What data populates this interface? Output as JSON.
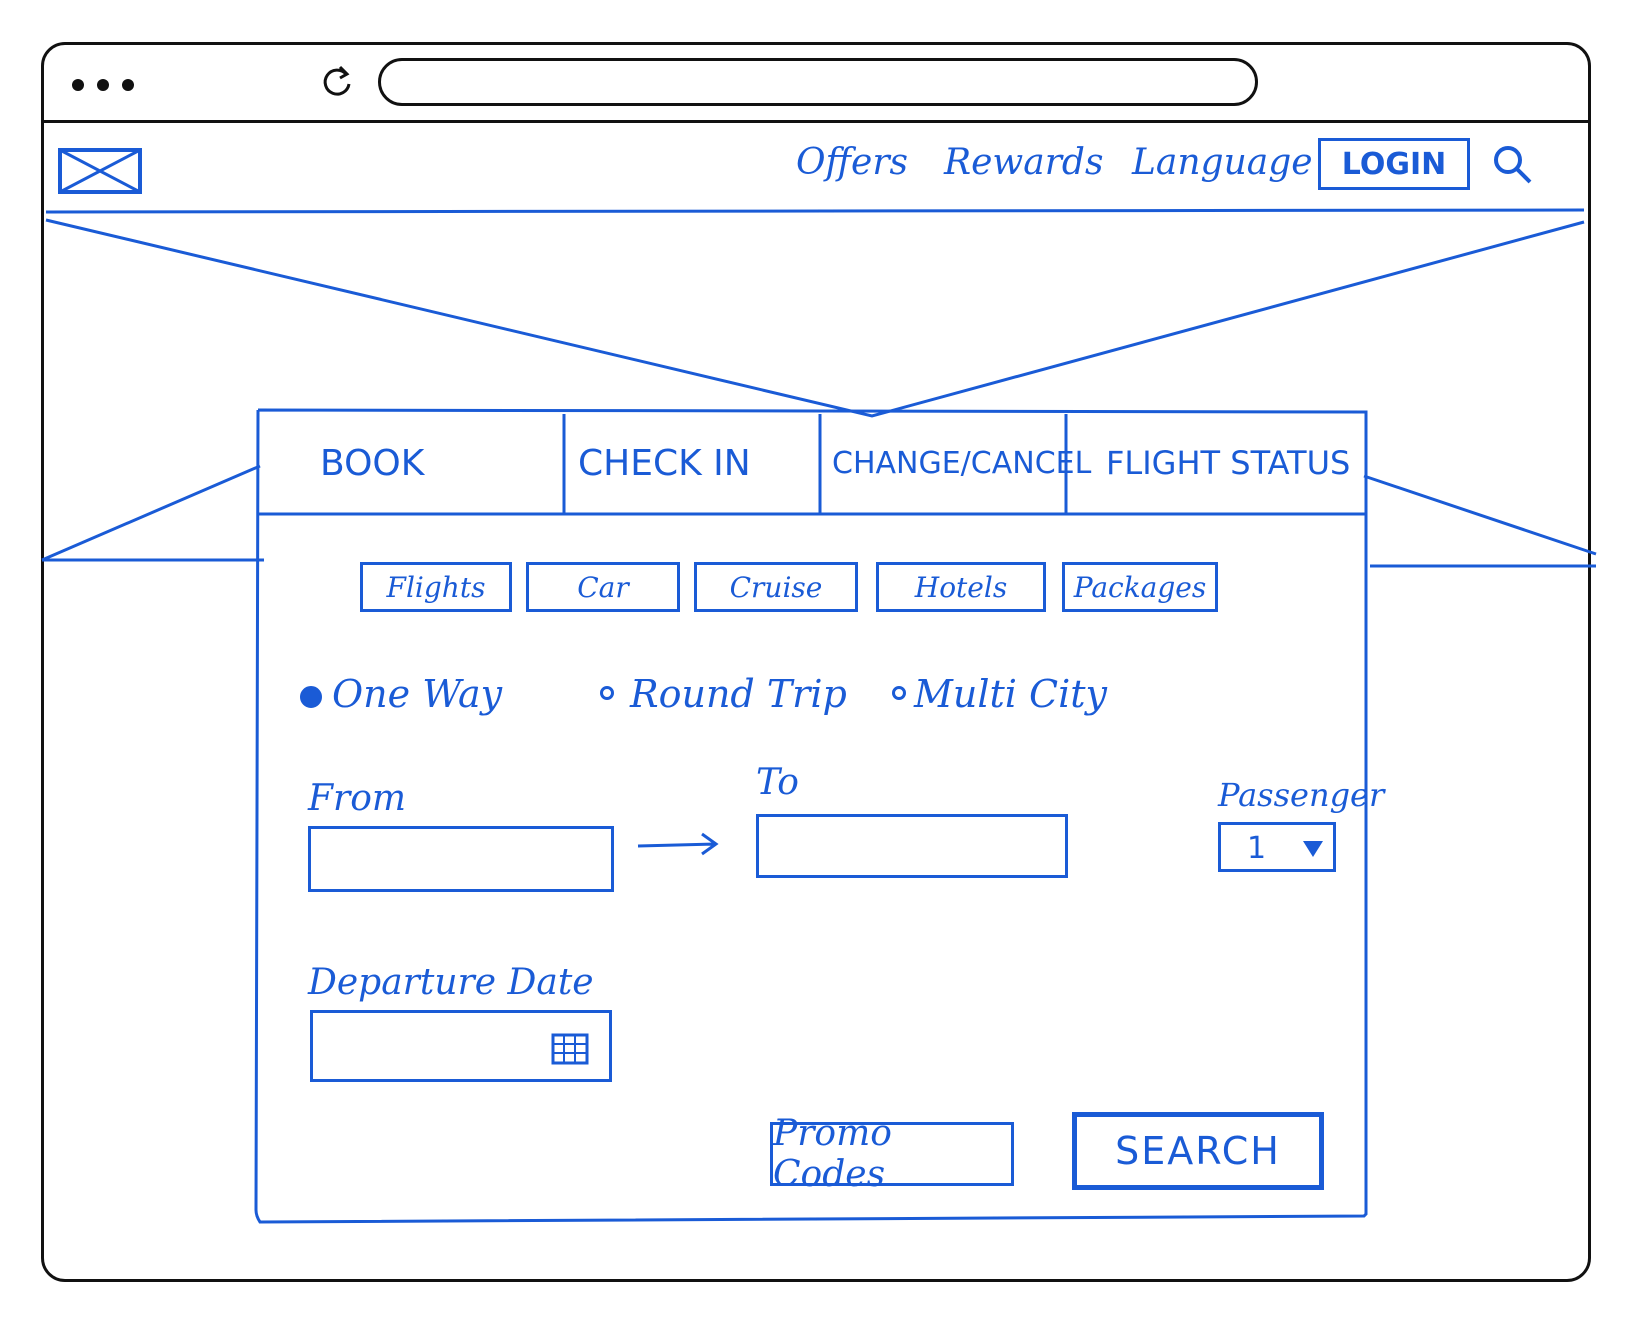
{
  "nav": {
    "links": [
      "Offers",
      "Rewards",
      "Language"
    ],
    "login_label": "LOGIN"
  },
  "tabs": [
    "BOOK",
    "CHECK IN",
    "CHANGE/CANCEL",
    "FLIGHT STATUS"
  ],
  "categories": [
    "Flights",
    "Car",
    "Cruise",
    "Hotels",
    "Packages"
  ],
  "trip_types": {
    "options": [
      "One Way",
      "Round Trip",
      "Multi City"
    ],
    "selected": "One Way"
  },
  "form": {
    "from_label": "From",
    "to_label": "To",
    "passenger_label": "Passenger",
    "passenger_value": "1",
    "departure_label": "Departure Date"
  },
  "actions": {
    "promo_label": "Promo Codes",
    "search_label": "SEARCH"
  },
  "colors": {
    "sketch_blue": "#1a5bd6",
    "frame_black": "#111111"
  },
  "icons": [
    "logo-icon",
    "reload-icon",
    "search-icon",
    "calendar-icon",
    "dropdown-arrow-icon",
    "arrow-right-icon"
  ]
}
